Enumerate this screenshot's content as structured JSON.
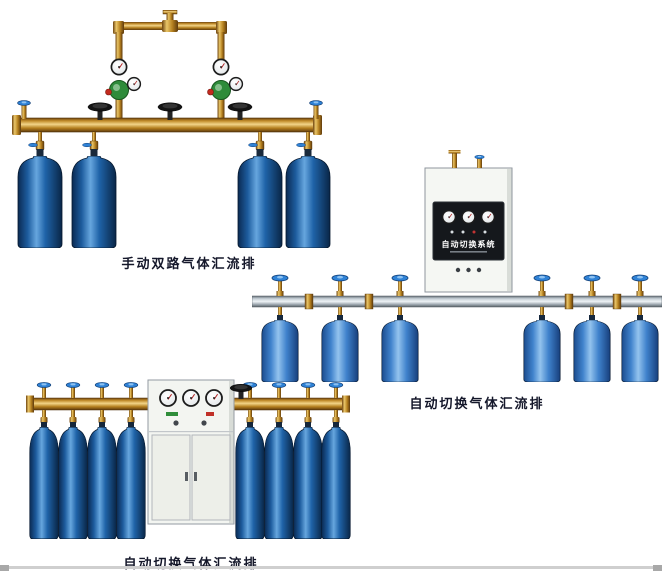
{
  "catalog": {
    "products": [
      {
        "id": "manual-dual-manifold",
        "caption": "手动双路气体汇流排",
        "cylinder_count": 4
      },
      {
        "id": "auto-switch-manifold-right",
        "caption": "自动切换气体汇流排",
        "cabinet_label": "自动切换系统",
        "cylinder_count": 6
      },
      {
        "id": "auto-switch-manifold-bottom",
        "caption": "自动切换气体汇流排",
        "cylinder_count": 8
      }
    ]
  },
  "colors": {
    "caption_text": "#14172a",
    "cylinder_blue_dark": "#1d5c9e",
    "cylinder_blue_medium": "#3f82cc",
    "brass_pipe": "#c08a28",
    "aluminum_pipe": "#c6cfd6",
    "valve_handle_blue": "#2f82d6",
    "regulator_green": "#2e8b3a",
    "cabinet_body": "#f3f5f1",
    "cabinet_panel_black": "#15181c"
  },
  "icons": [
    {
      "name": "pressure-gauge-icon",
      "shape": "white dial with red needle"
    },
    {
      "name": "valve-handwheel-blue-icon",
      "shape": "blue ellipse wheel"
    },
    {
      "name": "valve-handwheel-black-icon",
      "shape": "black ellipse wheel"
    },
    {
      "name": "gas-cylinder-icon",
      "shape": "blue bottle"
    }
  ]
}
